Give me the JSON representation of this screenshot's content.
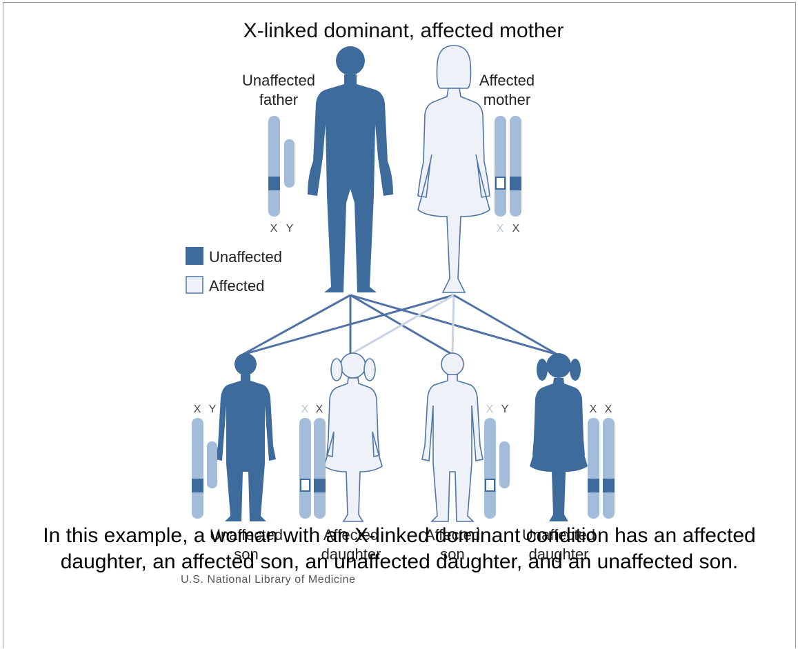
{
  "title": "X-linked dominant, affected mother",
  "colors": {
    "affected_fill": "#3c6b9c",
    "unaffected_fill": "#eef1f8",
    "outline": "#4d75a6",
    "chromosome": "#a3bcd9",
    "line_dark": "#4f73a4",
    "line_light": "#c8d3e3"
  },
  "parents": {
    "father": {
      "label_line1": "Unaffected",
      "label_line2": "father",
      "chrom_labels": [
        "X",
        "Y"
      ]
    },
    "mother": {
      "label_line1": "Affected",
      "label_line2": "mother",
      "chrom_labels": [
        "X",
        "X"
      ]
    }
  },
  "legend": {
    "dark_label": "Unaffected",
    "light_label": "Affected"
  },
  "children": [
    {
      "label_line1": "Unaffected",
      "label_line2": "son",
      "chrom_labels": [
        "X",
        "Y"
      ]
    },
    {
      "label_line1": "Affected",
      "label_line2": "daughter",
      "chrom_labels": [
        "X",
        "X"
      ]
    },
    {
      "label_line1": "Affected",
      "label_line2": "son",
      "chrom_labels": [
        "X",
        "Y"
      ]
    },
    {
      "label_line1": "Unaffected",
      "label_line2": "daughter",
      "chrom_labels": [
        "X",
        "X"
      ]
    }
  ],
  "credit": "U.S. National Library of Medicine",
  "caption": {
    "line1": "In this example, a woman with an X-linked dominant condition has an affected",
    "line2": "daughter, an affected son, an unaffected daughter, and an unaffected son."
  }
}
